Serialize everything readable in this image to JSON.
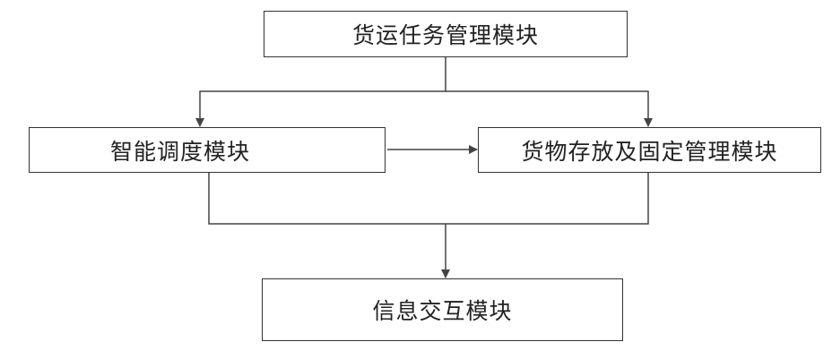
{
  "diagram": {
    "nodes": {
      "task_management": "货运任务管理模块",
      "intelligent_scheduling": "智能调度模块",
      "cargo_storage": "货物存放及固定管理模块",
      "info_interaction": "信息交互模块"
    }
  },
  "colors": {
    "line": "#444444",
    "border": "#333333",
    "text": "#222222"
  }
}
